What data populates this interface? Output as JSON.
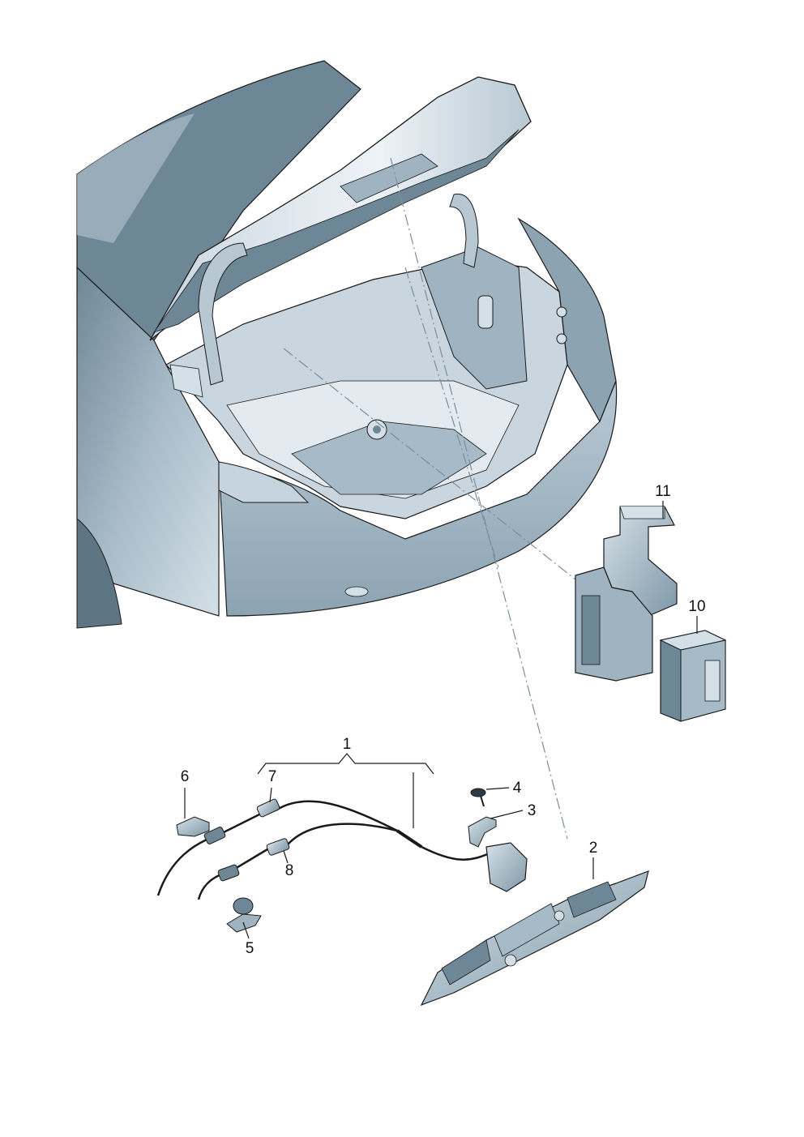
{
  "colors": {
    "body_dark": "#6e8796",
    "body_mid": "#9fb3c1",
    "body_light": "#d4e0e8",
    "highlight": "#edf3f7",
    "outline": "#1a1a1a",
    "leader": "#7a8e9b"
  },
  "callouts": [
    {
      "id": "1",
      "text": "1"
    },
    {
      "id": "2",
      "text": "2"
    },
    {
      "id": "3",
      "text": "3"
    },
    {
      "id": "4",
      "text": "4"
    },
    {
      "id": "5",
      "text": "5"
    },
    {
      "id": "6",
      "text": "6"
    },
    {
      "id": "7",
      "text": "7"
    },
    {
      "id": "8",
      "text": "8"
    },
    {
      "id": "10",
      "text": "10"
    },
    {
      "id": "11",
      "text": "11"
    }
  ]
}
